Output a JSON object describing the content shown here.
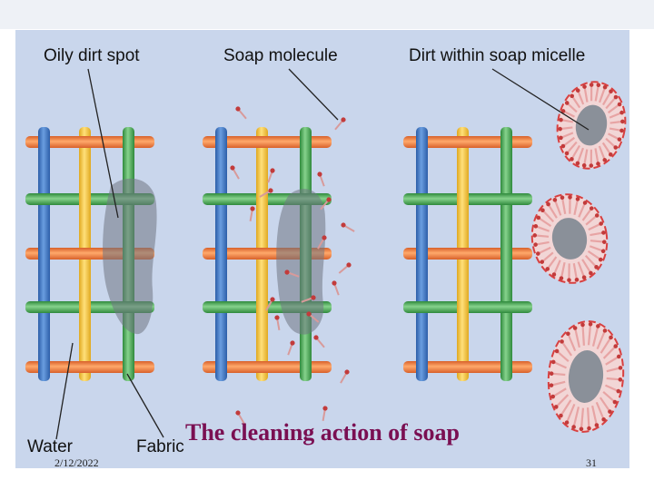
{
  "labels": {
    "oily_dirt_spot": "Oily dirt spot",
    "soap_molecule": "Soap molecule",
    "dirt_within_micelle": "Dirt within soap micelle",
    "water": "Water",
    "fabric": "Fabric"
  },
  "caption": "The cleaning action of soap",
  "footer": {
    "date": "2/12/2022",
    "page_number": "31"
  },
  "colors": {
    "panel_background": "#c9d6ec",
    "thread_blue": "#3f79c8",
    "thread_orange": "#ef7f3a",
    "thread_yellow": "#f4c231",
    "thread_green": "#4fae57",
    "dirt": "#7d8591",
    "micelle_ring": "#e14a4a",
    "caption": "#7a0f52"
  }
}
